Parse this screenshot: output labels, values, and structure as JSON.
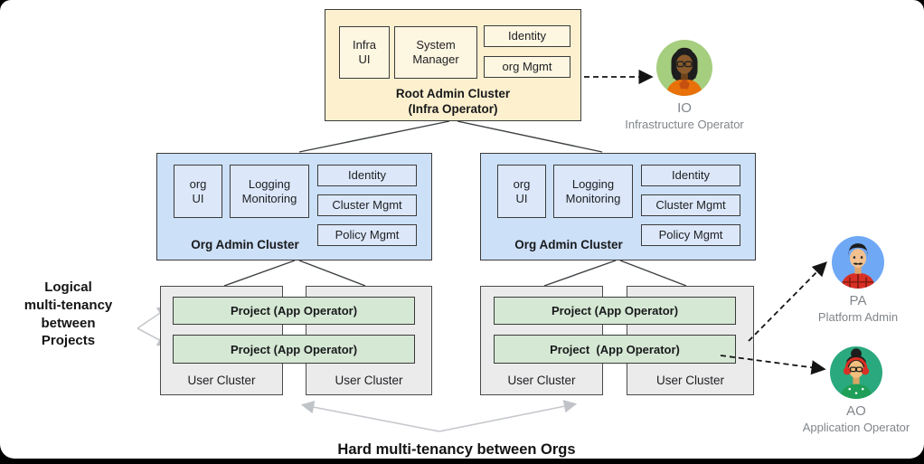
{
  "colors": {
    "root_cluster_bg": "#FCF0CE",
    "root_module_bg": "#FDF6E1",
    "org_cluster_bg": "#CCE0F8",
    "org_module_bg": "#DCE8FA",
    "project_bg": "#D5E8D4",
    "user_cluster_bg": "#EBEBEB",
    "box_border": "#3B3B3B",
    "connector_gray": "#C5C8CC",
    "dashed_arrow": "#141414",
    "io_circle": "#A6CE7F",
    "pa_circle": "#6FA8F5",
    "ao_circle": "#2BA97E"
  },
  "root_cluster": {
    "title": "Root Admin Cluster\n(Infra Operator)",
    "modules": [
      "Infra\nUI",
      "System\nManager",
      "Identity",
      "org Mgmt"
    ]
  },
  "org_clusters": [
    {
      "title": "Org Admin Cluster",
      "modules": [
        "org\nUI",
        "Logging\nMonitoring",
        "Identity",
        "Cluster Mgmt",
        "Policy Mgmt"
      ],
      "projects": [
        "Project (App Operator)",
        "Project (App Operator)"
      ],
      "user_clusters": [
        "User Cluster",
        "User Cluster"
      ]
    },
    {
      "title": "Org Admin Cluster",
      "modules": [
        "org\nUI",
        "Logging\nMonitoring",
        "Identity",
        "Cluster Mgmt",
        "Policy Mgmt"
      ],
      "projects": [
        "Project (App Operator)",
        "Project  (App Operator)"
      ],
      "user_clusters": [
        "User Cluster",
        "User Cluster"
      ]
    }
  ],
  "annotations": {
    "left": "Logical\nmulti-tenancy\nbetween\nProjects",
    "bottom": "Hard multi-tenancy between Orgs"
  },
  "personas": [
    {
      "abbr": "IO",
      "role": "Infrastructure Operator"
    },
    {
      "abbr": "PA",
      "role": "Platform Admin"
    },
    {
      "abbr": "AO",
      "role": "Application Operator"
    }
  ]
}
